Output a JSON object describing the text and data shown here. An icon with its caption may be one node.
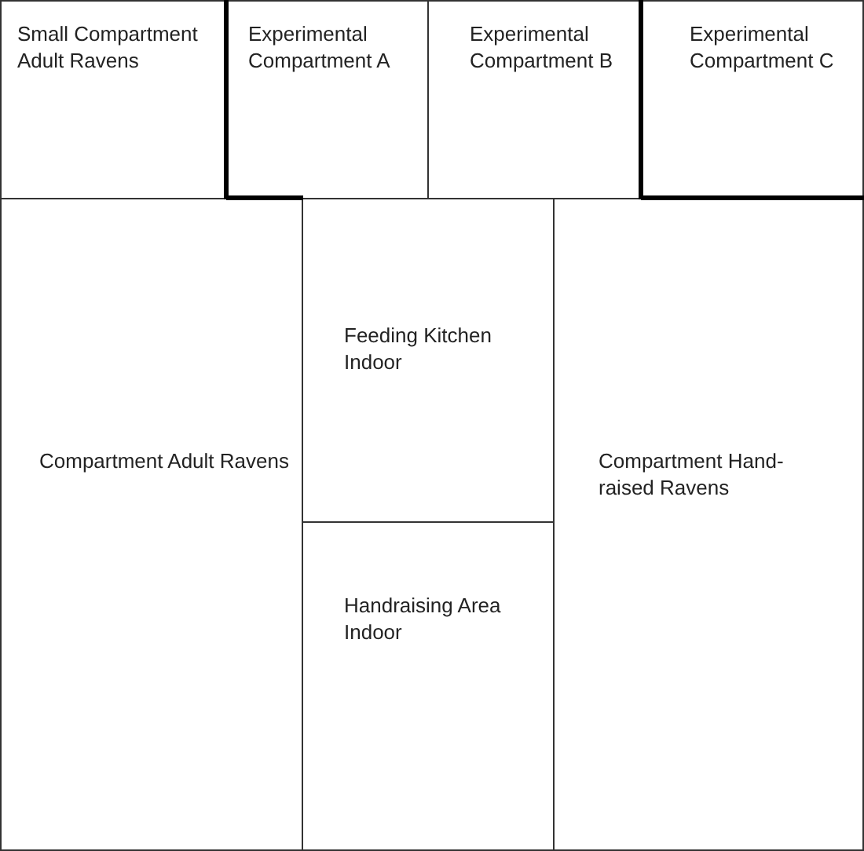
{
  "diagram": {
    "nodes": [
      {
        "text": [
          "Small Compartment Adult Ravens"
        ]
      },
      {
        "text": [
          "Experimental Compartment A"
        ]
      },
      {
        "text": [
          "Experimental Compartment B"
        ]
      },
      {
        "text": [
          "Experimental Compartment C"
        ]
      },
      {
        "text": [
          "Compartment Adult Ravens"
        ]
      },
      {
        "text": [
          "Feeding Kitchen Indoor"
        ]
      },
      {
        "text": [
          "Compartment Hand-raised Ravens"
        ]
      },
      {
        "text": [
          "Handraising Area Indoor"
        ]
      }
    ],
    "edges": []
  }
}
